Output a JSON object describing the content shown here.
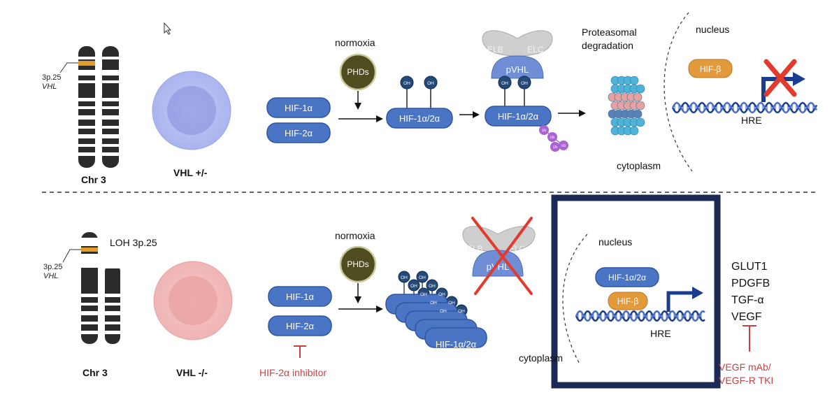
{
  "top": {
    "chromosome_locus": "3p.25",
    "chromosome_gene": "VHL",
    "chromosome_label": "Chr 3",
    "cell_label": "VHL +/-",
    "hif1": "HIF-1α",
    "hif2": "HIF-2α",
    "normoxia": "normoxia",
    "phds": "PHDs",
    "oh": "OH",
    "complex": "HIF-1α/2α",
    "elb": "ELB",
    "elc": "ELC",
    "pvhl": "pVHL",
    "ub": "Ub",
    "proteasome_line1": "Proteasomal",
    "proteasome_line2": "degradation",
    "nucleus": "nucleus",
    "cytoplasm": "cytoplasm",
    "hif_beta": "HIF-β",
    "hre": "HRE"
  },
  "bottom": {
    "loh": "LOH 3p.25",
    "chromosome_locus": "3p.25",
    "chromosome_gene": "VHL",
    "chromosome_label": "Chr 3",
    "cell_label": "VHL -/-",
    "hif1": "HIF-1α",
    "hif2": "HIF-2α",
    "inhibitor": "HIF-2α inhibitor",
    "normoxia": "normoxia",
    "phds": "PHDs",
    "oh": "OH",
    "complex": "HIF-1α/2α",
    "elb": "ELB",
    "elc": "ELC",
    "pvhl": "pVHL",
    "nucleus": "nucleus",
    "cytoplasm": "cytoplasm",
    "complex_nucleus": "HIF-1α/2α",
    "hif_beta": "HIF-β",
    "hre": "HRE",
    "targets": [
      "GLUT1",
      "PDGFB",
      "TGF-α",
      "VEGF"
    ],
    "therapy_line1": "VEGF mAb/",
    "therapy_line2": "VEGF-R TKI"
  },
  "colors": {
    "hif_blue": "#4a74c4",
    "oh_navy": "#244a7a",
    "phds_olive": "#4f4d20",
    "hif_beta_orange": "#e29a3a",
    "x_red": "#e23a2c",
    "inhibitor_red": "#c94040",
    "highlight_frame_navy": "#1b2a55",
    "ub_purple": "#a865cf"
  },
  "icons": [
    "cursor-icon",
    "arrow-icon",
    "x-cross-icon",
    "inhibition-tbar-icon",
    "transcription-arrow-icon",
    "dna-helix-icon",
    "proteasome-icon",
    "chromosome-icon",
    "cell-icon"
  ]
}
